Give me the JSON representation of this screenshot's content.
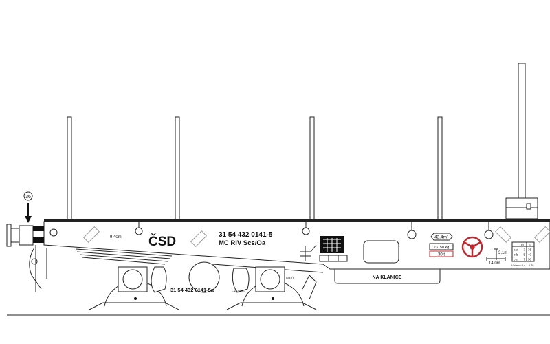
{
  "drawing": {
    "load_marker": "36",
    "length_label": "9.40m",
    "owner": "ČSD",
    "wagon_number": "31 54 432 0141-5",
    "wagon_class": "MC RIV Scs/Oa",
    "bogie_number": "31 54 432 0141-5a",
    "bogie_spacing": "←2.00m→",
    "bogie_code": "(08V)",
    "panel_label": "NA KLANICE",
    "floor_area": "43.4m²",
    "tare_weight": "23750 kg",
    "load_limit": "30.t",
    "height_dim": "3.1m",
    "length_dim": "14.0m",
    "load_table": {
      "headers": [
        "m",
        "t"
      ],
      "rows": [
        {
          "section": "a-a",
          "m": "3",
          "t": "35"
        },
        {
          "section": "b-b",
          "m": "5",
          "t": "40"
        },
        {
          "section": "c-c",
          "m": "7",
          "t": "50"
        }
      ]
    },
    "weighed_note": "Váženo: Lo 1.4.76",
    "colors": {
      "line": "#222222",
      "accent_red": "#c0282d"
    }
  }
}
